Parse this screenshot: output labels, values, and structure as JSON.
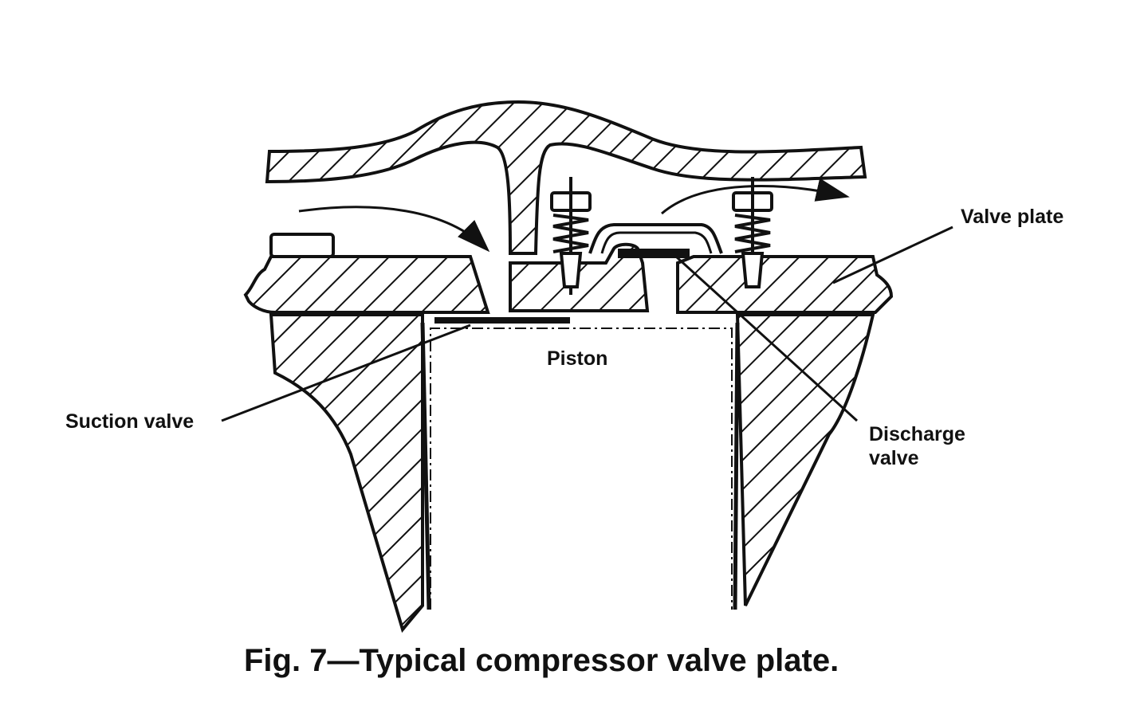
{
  "figure": {
    "labels": {
      "valve_plate": "Valve plate",
      "piston": "Piston",
      "suction_valve": "Suction valve",
      "discharge_valve_line1": "Discharge",
      "discharge_valve_line2": "valve"
    },
    "caption": "Fig. 7—Typical compressor valve plate."
  }
}
